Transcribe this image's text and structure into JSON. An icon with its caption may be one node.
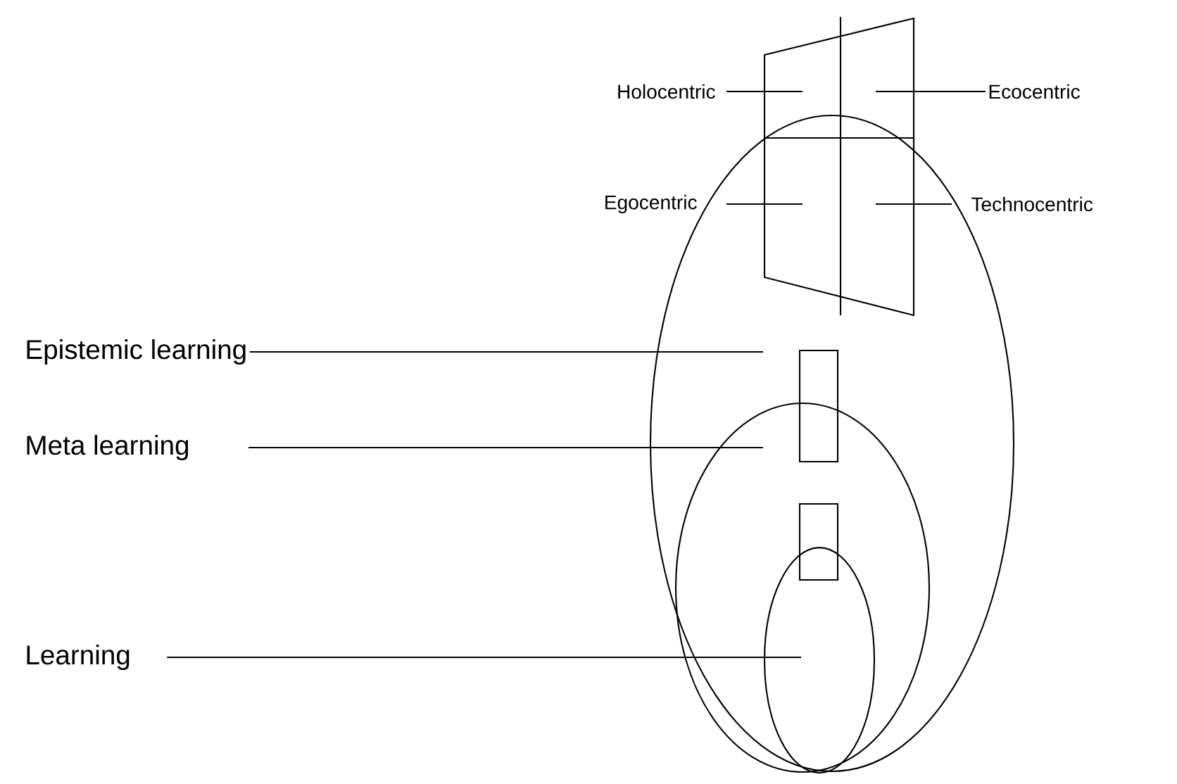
{
  "diagram": {
    "nodes": [
      {
        "text": [
          "Holocentric"
        ]
      },
      {
        "text": [
          "Ecocentric"
        ]
      },
      {
        "text": [
          "Egocentric"
        ]
      },
      {
        "text": [
          "Technocentric"
        ]
      },
      {
        "text": [],
        "shape": "ellipse"
      },
      {
        "text": [
          "Epistemic learning"
        ]
      },
      {
        "text": [],
        "shape": "ellipse",
        "in": 4
      },
      {
        "text": [
          "Meta learning"
        ]
      },
      {
        "text": [],
        "shape": "ellipse",
        "in": 6
      },
      {
        "text": [
          "Learning"
        ]
      }
    ],
    "edges": [
      {
        "from": 0,
        "to": null,
        "arrow": "none"
      },
      {
        "from": 1,
        "to": null,
        "arrow": "none"
      },
      {
        "from": 2,
        "to": null,
        "arrow": "none"
      },
      {
        "from": 3,
        "to": null,
        "arrow": "none"
      },
      {
        "from": 5,
        "to": 4,
        "arrow": "none"
      },
      {
        "from": 7,
        "to": 6,
        "arrow": "none"
      },
      {
        "from": 9,
        "to": 8,
        "arrow": "none"
      }
    ]
  }
}
